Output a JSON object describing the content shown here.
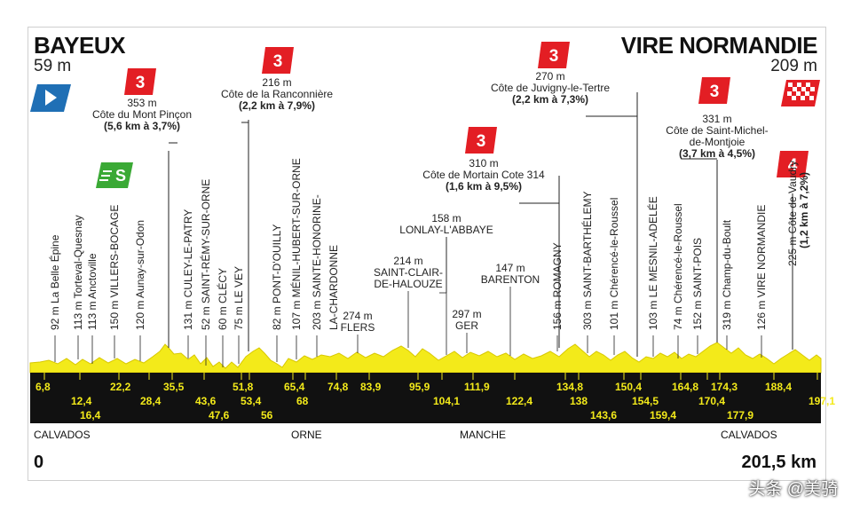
{
  "start": {
    "city": "BAYEUX",
    "alt": "59 m"
  },
  "finish": {
    "city": "VIRE NORMANDIE",
    "alt": "209 m"
  },
  "bottom": {
    "start_km": "0",
    "end_km": "201,5 km"
  },
  "regions": [
    "CALVADOS",
    "ORNE",
    "MANCHE",
    "CALVADOS"
  ],
  "watermark": "头条 @美骑",
  "colors": {
    "profile": "#f3ea1a",
    "profile_outline": "#d8c800",
    "band": "#111111",
    "climb_badge": "#e31e24",
    "sprint_badge": "#3aa935",
    "start_flag": "#1f6fb5"
  },
  "climbs": [
    {
      "cat": "3",
      "alt": "353 m",
      "name": "Côte du Mont Pinçon",
      "detail": "(5,6 km à 3,7%)"
    },
    {
      "cat": "3",
      "alt": "216 m",
      "name": "Côte de la Ranconnière",
      "detail": "(2,2 km à 7,9%)"
    },
    {
      "cat": "3",
      "alt": "310 m",
      "name": "Côte de Mortain Cote 314",
      "detail": "(1,6 km à 9,5%)"
    },
    {
      "cat": "3",
      "alt": "270 m",
      "name": "Côte de Juvigny-le-Tertre",
      "detail": "(2,2 km à 7,3%)"
    },
    {
      "cat": "3",
      "alt": "331 m",
      "name": "Côte de Saint-Michel-",
      "name2": "de-Montjoie",
      "detail": "(3,7 km à 4,5%)"
    },
    {
      "cat": "4",
      "alt": "225 m",
      "name": "Côte de Vaudry",
      "detail": "(1,2 km à 7,2%)"
    }
  ],
  "sprint": {
    "label": "S"
  },
  "towns_vertical": [
    "92 m La Belle Épine",
    "113 m Torteval-Quesnay",
    "113 m Anctoville",
    "150 m VILLERS-BOCAGE",
    "120 m Aunay-sur-Odon",
    "131 m CULEY-LE-PATRY",
    "52 m SAINT-RÉMY-SUR-ORNE",
    "60 m CLÉCY",
    "75 m LE VEY",
    "82 m PONT-D'OUILLY",
    "107 m MÉNIL-HUBERT-SUR-ORNE",
    "203 m SAINTE-HONORINE-",
    "LA-CHARDONNE",
    "156 m ROMAGNY",
    "303 m SAINT-BARTHÉLEMY",
    "101 m Chérencé-le-Roussel",
    "103 m LE MESNIL-ADELÉE",
    "74 m Chérencé-le-Roussel",
    "152 m SAINT-POIS",
    "319 m Champ-du-Boult",
    "126 m VIRE NORMANDIE"
  ],
  "towns_horizontal": [
    {
      "alt": "274 m",
      "name": "FLERS"
    },
    {
      "alt": "214 m",
      "name": "SAINT-CLAIR-",
      "name2": "DE-HALOUZE"
    },
    {
      "alt": "158 m",
      "name": "LONLAY-L'ABBAYE"
    },
    {
      "alt": "297 m",
      "name": "GER"
    },
    {
      "alt": "147 m",
      "name": "BARENTON"
    }
  ],
  "km_top": [
    "6,8",
    "22,2",
    "35,5",
    "51,8",
    "65,4",
    "74,8",
    "83,9",
    "95,9",
    "111,9",
    "134,8",
    "150,4",
    "164,8",
    "174,3",
    "188,4"
  ],
  "km_mid": [
    "12,4",
    "28,4",
    "43,6",
    "53,4",
    "68",
    "104,1",
    "122,4",
    "138",
    "154,5",
    "170,4",
    "197,1"
  ],
  "km_bot": [
    "16,4",
    "47,6",
    "56",
    "143,6",
    "159,4",
    "177,9"
  ]
}
